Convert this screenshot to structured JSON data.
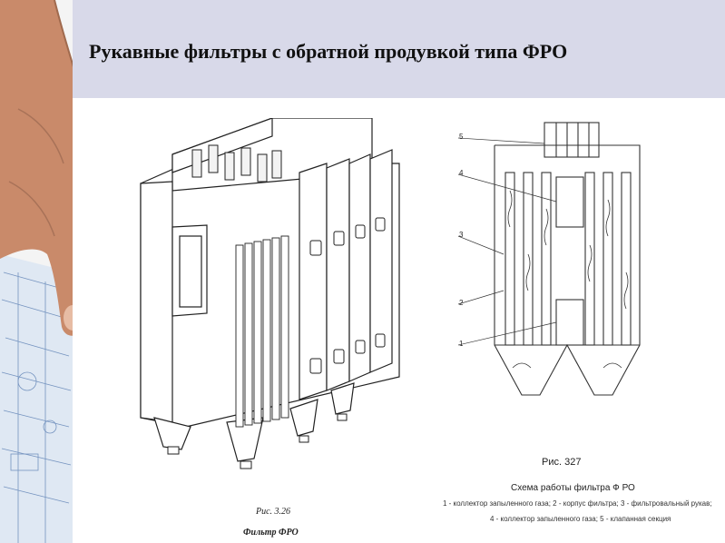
{
  "title": "Рукавные фильтры с обратной продувкой типа ФРО",
  "left_figure": {
    "caption_number": "Рис. 3.26",
    "caption_name": "Фильтр ФРО"
  },
  "right_figure": {
    "caption_number": "Рис. 327",
    "caption_name": "Схема работы фильтра Ф РО",
    "legend_line_1": "1 - коллектор запыленного газа; 2 - корпус фильтра; 3 - фильтровальный рукав;",
    "legend_line_2": "4 - коллектор запыленного газа; 5 - клапанная секция",
    "labels": [
      "5",
      "4",
      "3",
      "2",
      "1"
    ]
  },
  "colors": {
    "banner": "#d8d9e9",
    "skin": "#c98a6a",
    "blueprint": "#dfe8f3"
  }
}
